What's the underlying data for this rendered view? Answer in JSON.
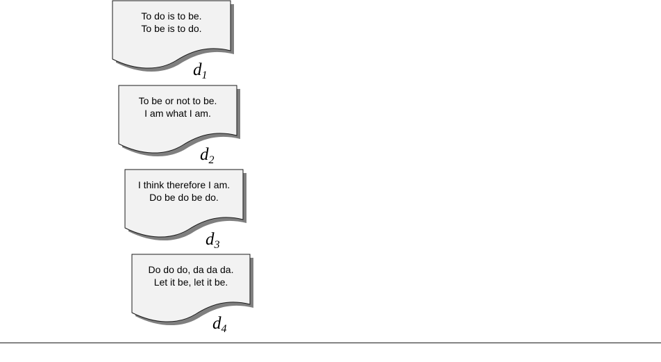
{
  "colors": {
    "page_fill": "#f2f2f2",
    "outline": "#1a1a1a",
    "shadow": "#7f7f7f",
    "text": "#000000"
  },
  "documents": [
    {
      "line1": "To do is to be.",
      "line2": "To be is to do.",
      "label": "d",
      "label_index": "1"
    },
    {
      "line1": "To be or not to be.",
      "line2": "I am what I am.",
      "label": "d",
      "label_index": "2"
    },
    {
      "line1": "I think therefore I am.",
      "line2": "Do be do be do.",
      "label": "d",
      "label_index": "3"
    },
    {
      "line1": "Do do do, da da da.",
      "line2": "Let it be, let it be.",
      "label": "d",
      "label_index": "4"
    }
  ]
}
